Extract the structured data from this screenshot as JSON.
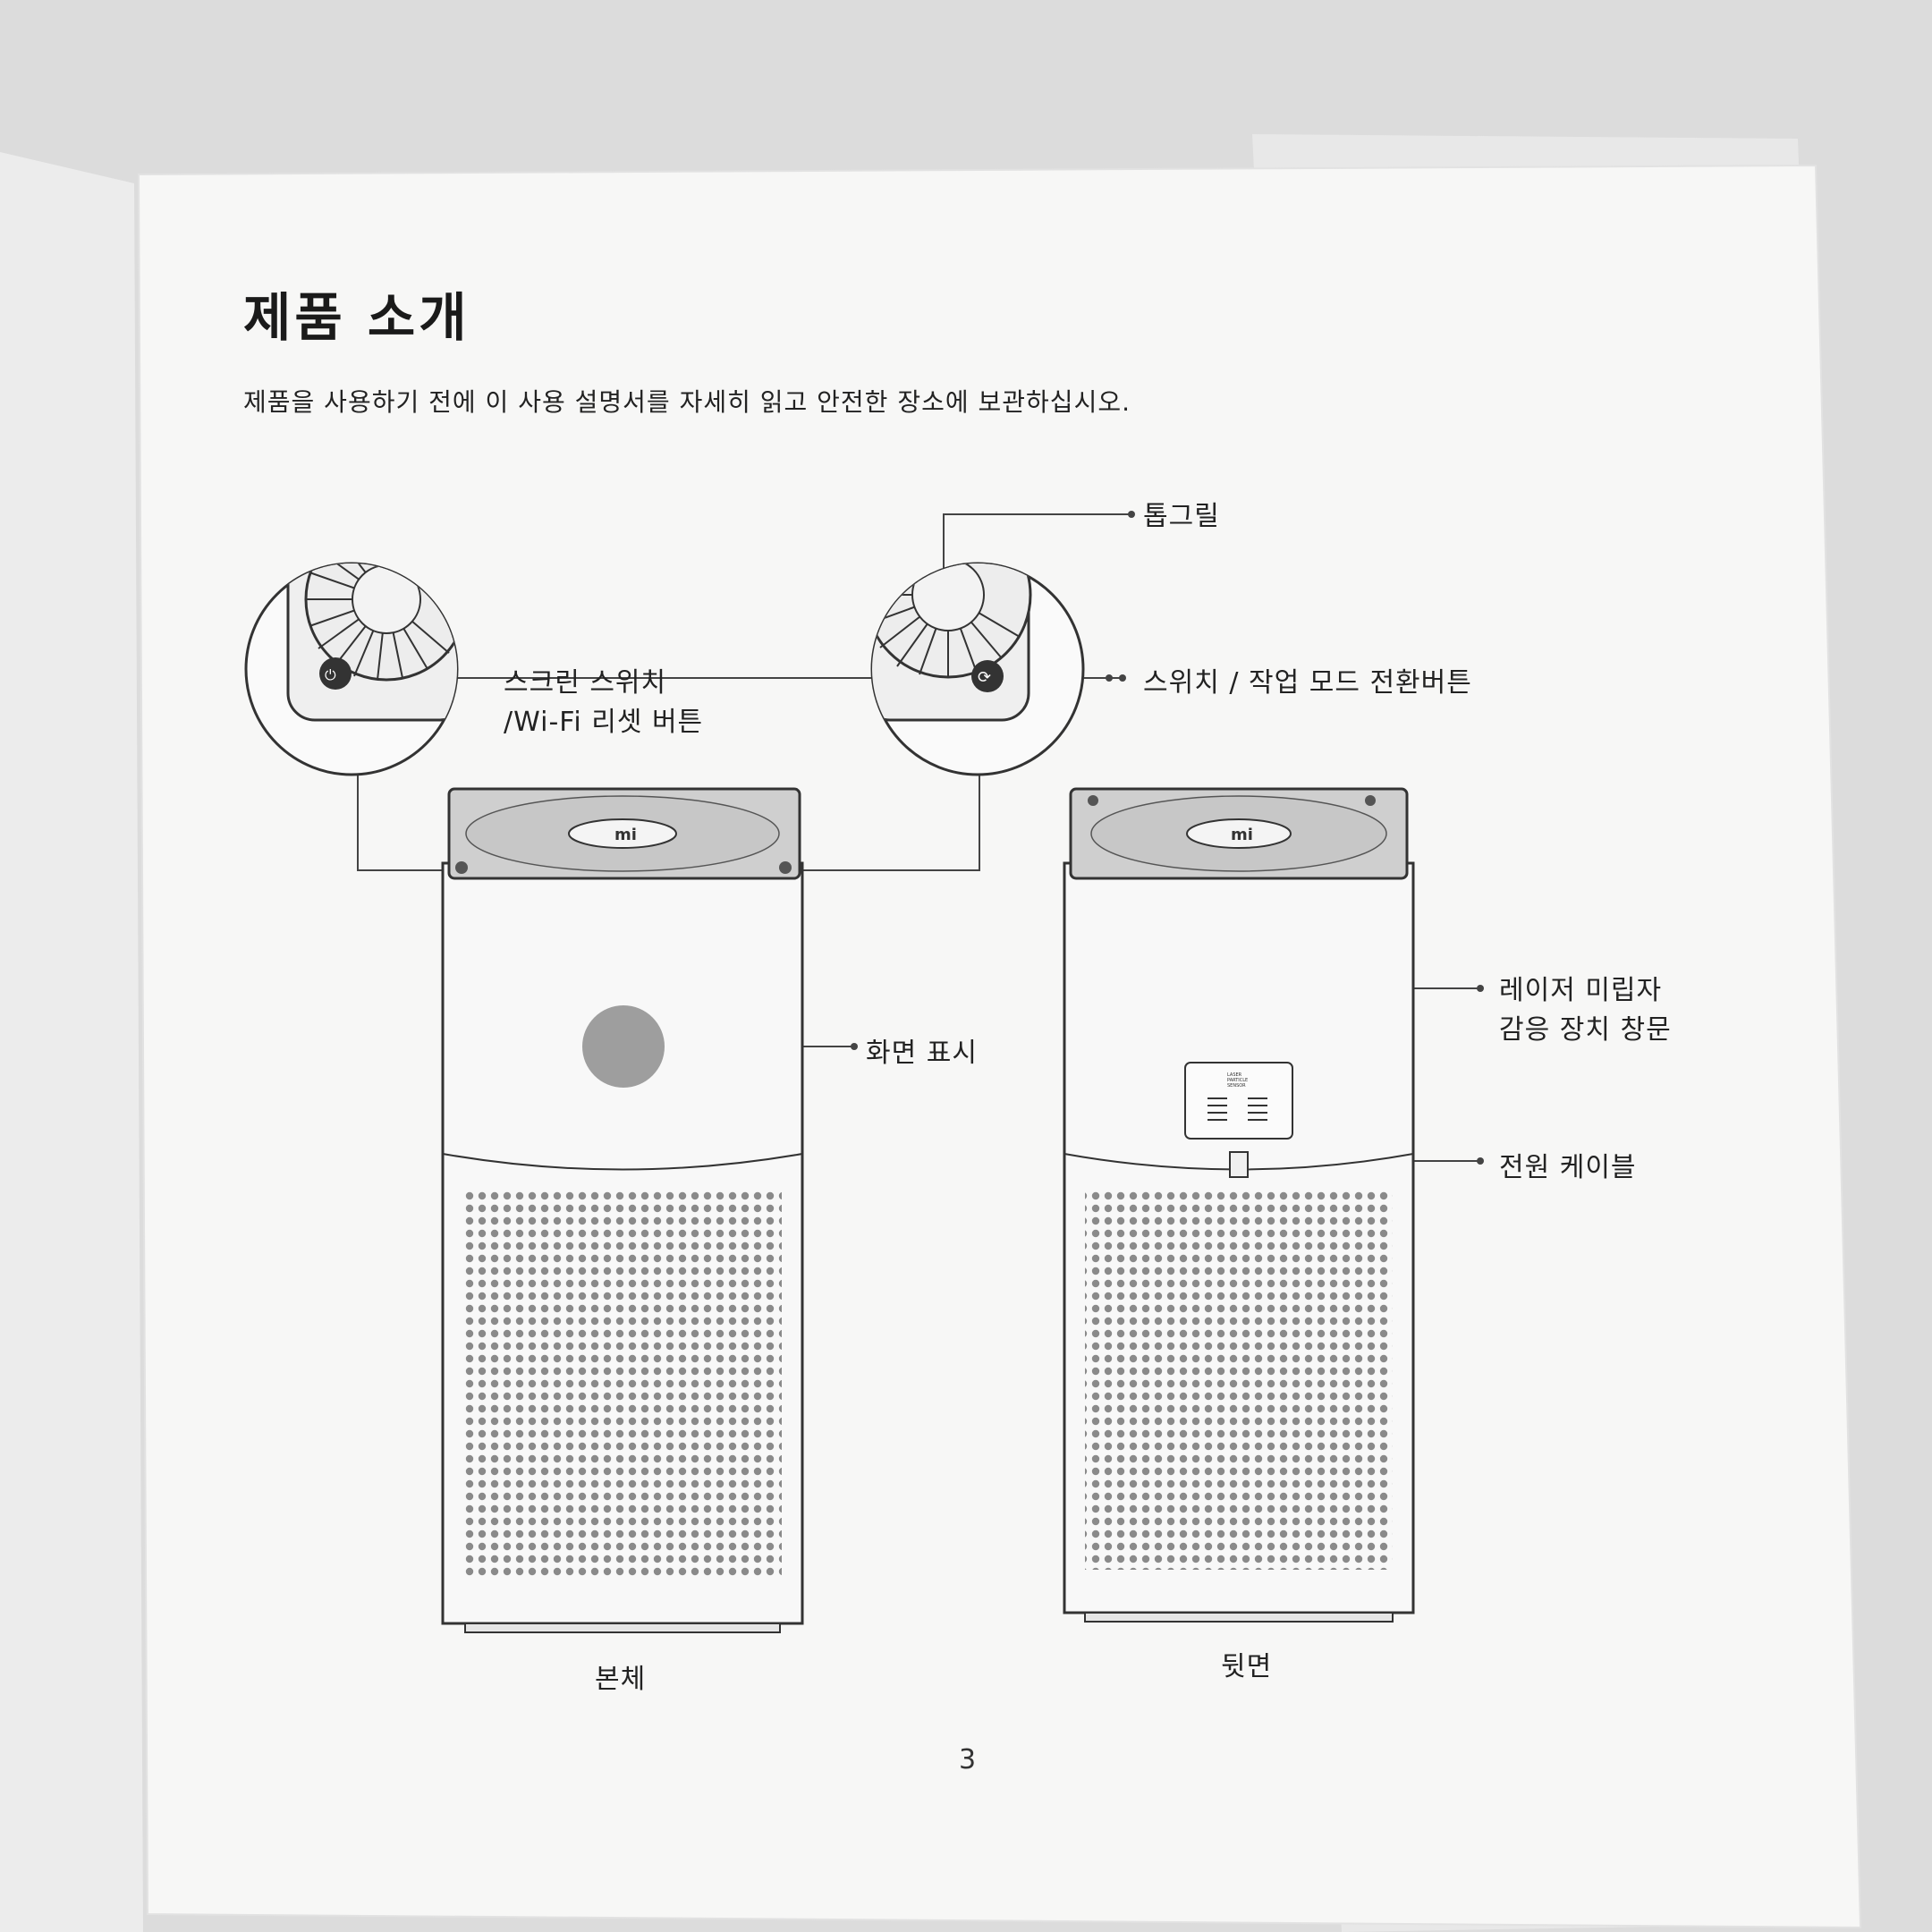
{
  "page": {
    "title": "제품 소개",
    "intro": "제품을 사용하기 전에 이 사용 설명서를 자세히 읽고 안전한 장소에 보관하십시오.",
    "page_number": "3"
  },
  "callouts": {
    "top_grill": "톱그릴",
    "screen_switch_line1": "스크린 스위치",
    "screen_switch_line2": "/Wi-Fi 리셋 버튼",
    "mode_switch": "스위치 / 작업 모드 전환버튼",
    "display": "화면 표시",
    "laser_sensor_line1": "레이저 미립자",
    "laser_sensor_line2": "감응 장치 창문",
    "power_cable": "전원 케이블"
  },
  "captions": {
    "front": "본체",
    "back": "뒷면"
  },
  "sensor_badge": {
    "line1": "LASER",
    "line2": "PARTICLE",
    "line3": "SENSOR"
  },
  "brand_logo": "mi",
  "colors": {
    "paper": "#f7f7f6",
    "ink": "#333333",
    "top_panel": "#cfcfcf",
    "display_circle": "#9e9e9e",
    "background": "#dcdcdc"
  }
}
